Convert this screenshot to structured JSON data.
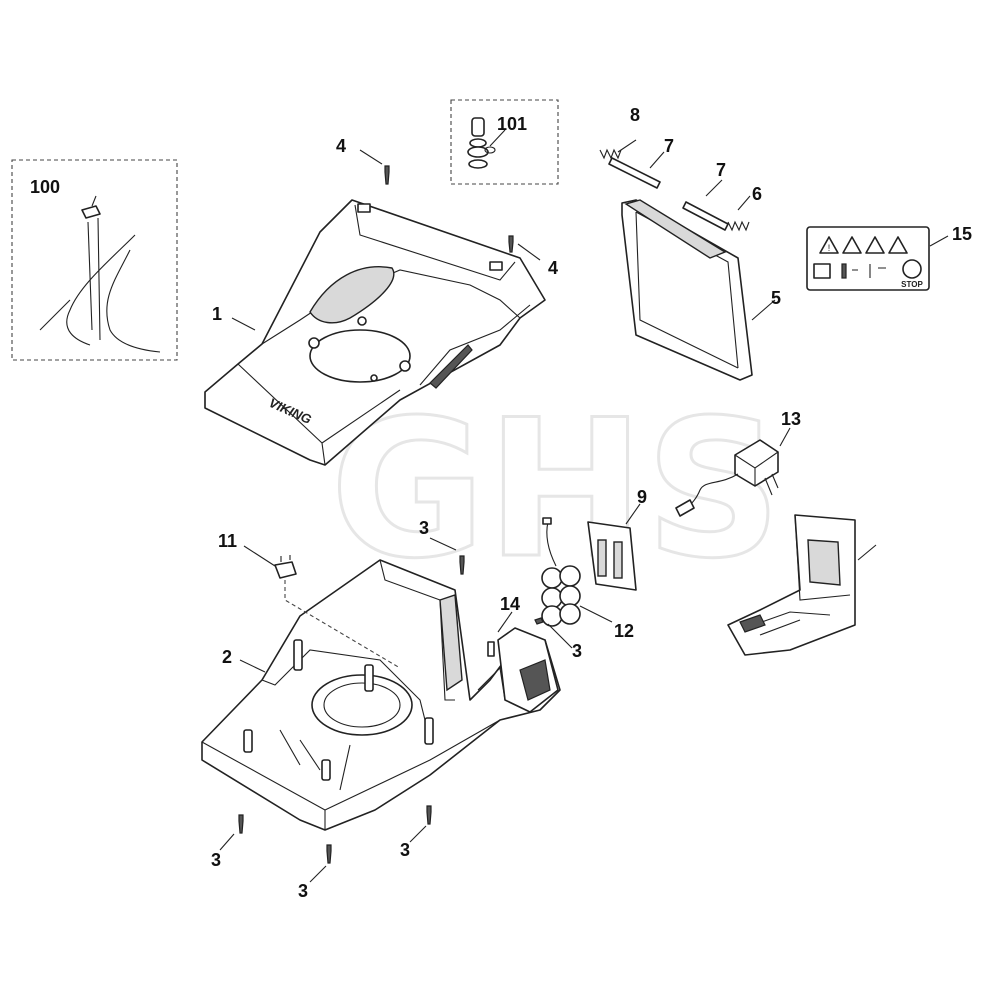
{
  "watermark": "GHS",
  "brand_logo": "VIKING",
  "decal": {
    "stop_text": "STOP"
  },
  "callouts": {
    "c1": "1",
    "c2": "2",
    "c3a": "3",
    "c3b": "3",
    "c3c": "3",
    "c3d": "3",
    "c3e": "3",
    "c4a": "4",
    "c4b": "4",
    "c5": "5",
    "c6": "6",
    "c7a": "7",
    "c7b": "7",
    "c8": "8",
    "c9": "9",
    "c11": "11",
    "c12": "12",
    "c13": "13",
    "c14": "14",
    "c15": "15",
    "c100": "100",
    "c101": "101"
  },
  "colors": {
    "line": "#222222",
    "watermark": "#e6e6e6",
    "background": "#ffffff"
  }
}
